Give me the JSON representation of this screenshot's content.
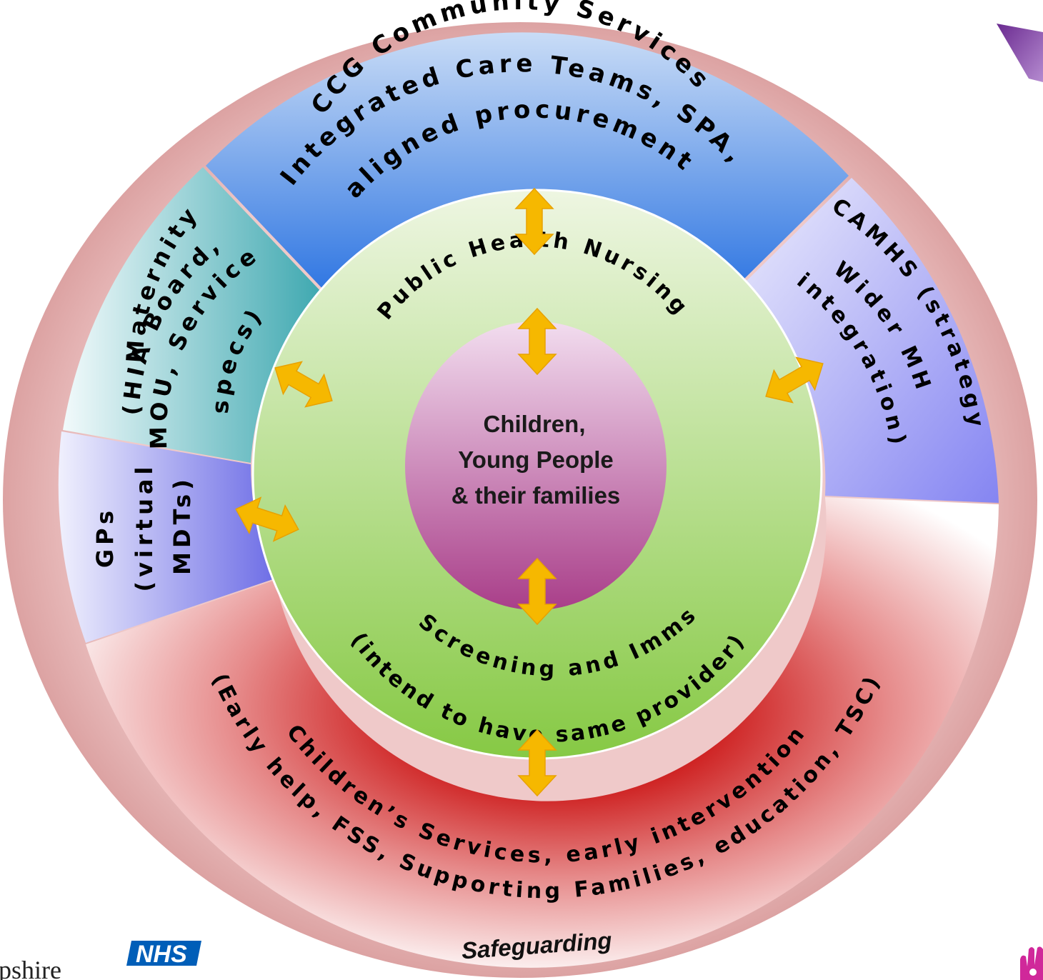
{
  "center": {
    "line1": "Children,",
    "line2": "Young People",
    "line3": "& their families"
  },
  "inner_ring": {
    "top_label": "Public Health Nursing",
    "bottom_line1": "Screening and Imms",
    "bottom_line2": "(intend to have same provider)"
  },
  "segments": {
    "ccg": {
      "line1": "CCG Community Services",
      "line2": "Integrated Care Teams, SPA,",
      "line3": "aligned procurement"
    },
    "maternity": {
      "line1": "Maternity",
      "line2": "(HIA Board,",
      "line3": "MOU, Service",
      "line4": "specs)"
    },
    "camhs": {
      "line1": "CAMHS (strategy",
      "line2": "Wider MH",
      "line3": "integration)"
    },
    "gps": {
      "line1": "GPs",
      "line2": "(virtual",
      "line3": "MDTs)"
    },
    "childrens": {
      "line1": "Children’s Services, early intervention",
      "line2": "(Early help, FSS, Supporting Families, education, TSC)"
    }
  },
  "outer_ring": {
    "label": "Safeguarding"
  },
  "logos": {
    "left_text": "pshire",
    "nhs": "NHS"
  },
  "colors": {
    "outer_ring": "#e6b4b4",
    "ccg": "#3a7fe0",
    "maternity": "#4fb3b8",
    "camhs": "#8f8ff0",
    "gps": "#7a7ae8",
    "childrens": "#d62a2a",
    "inner_ring": "#8fcf52",
    "center": "#b0488f",
    "arrow": "#f6b800",
    "nhs_blue": "#005eb8"
  }
}
